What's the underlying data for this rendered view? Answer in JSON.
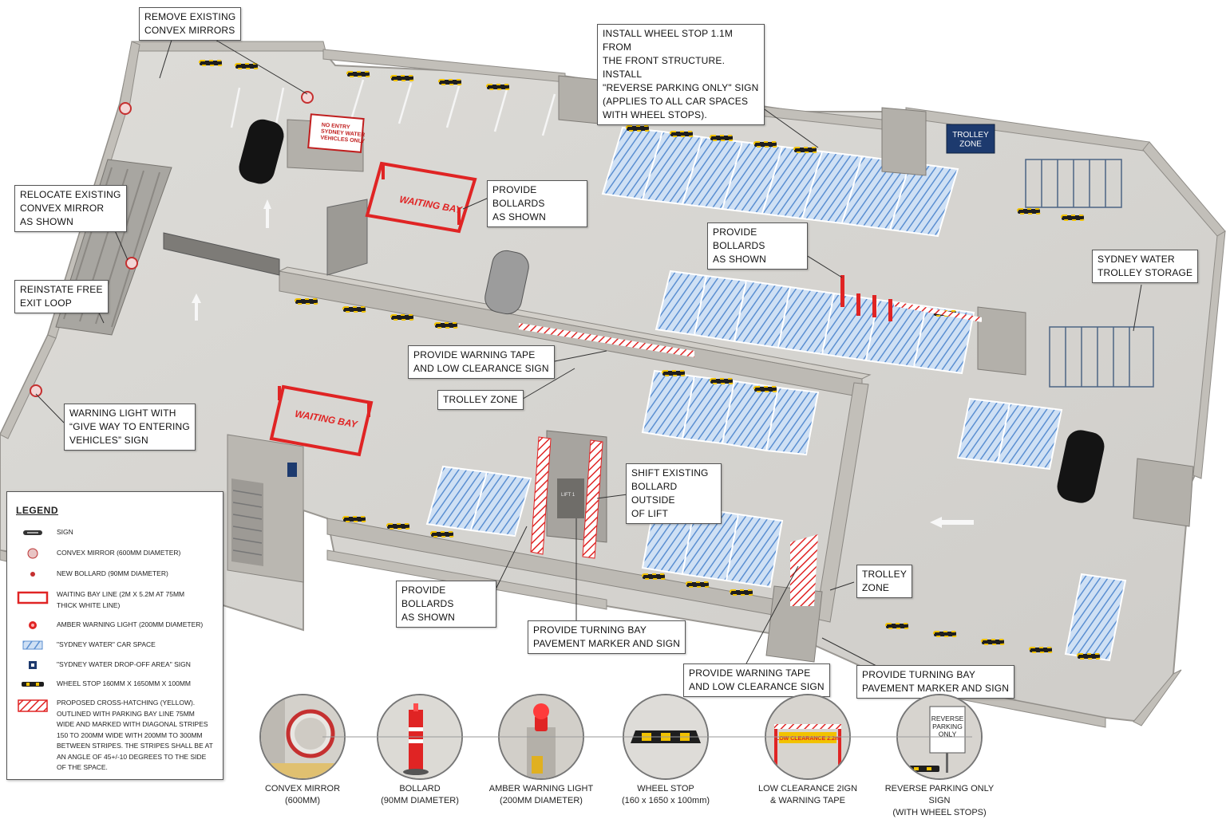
{
  "callouts": [
    {
      "id": "c1",
      "text": "REMOVE EXISTING\nCONVEX MIRRORS"
    },
    {
      "id": "c2",
      "text": "INSTALL WHEEL STOP 1.1M FROM\nTHE FRONT STRUCTURE. INSTALL\n\"REVERSE PARKING ONLY\" SIGN\n(APPLIES TO ALL CAR SPACES\nWITH WHEEL STOPS)."
    },
    {
      "id": "c3",
      "text": "RELOCATE EXISTING\nCONVEX MIRROR\nAS SHOWN"
    },
    {
      "id": "c4",
      "text": "PROVIDE BOLLARDS\nAS SHOWN"
    },
    {
      "id": "c5",
      "text": "PROVIDE BOLLARDS\nAS SHOWN"
    },
    {
      "id": "c6",
      "text": "SYDNEY WATER\nTROLLEY STORAGE"
    },
    {
      "id": "c7",
      "text": "REINSTATE FREE\nEXIT LOOP"
    },
    {
      "id": "c8",
      "text": "PROVIDE WARNING TAPE\nAND LOW CLEARANCE SIGN"
    },
    {
      "id": "c9",
      "text": "TROLLEY ZONE"
    },
    {
      "id": "c10",
      "text": "WARNING LIGHT WITH\n“GIVE WAY TO ENTERING\nVEHICLES” SIGN"
    },
    {
      "id": "c11",
      "text": "SHIFT EXISTING\nBOLLARD OUTSIDE\nOF LIFT"
    },
    {
      "id": "c12",
      "text": "PROVIDE BOLLARDS\nAS SHOWN"
    },
    {
      "id": "c13",
      "text": "TROLLEY\nZONE"
    },
    {
      "id": "c14",
      "text": "PROVIDE TURNING BAY\nPAVEMENT MARKER AND SIGN"
    },
    {
      "id": "c15",
      "text": "PROVIDE WARNING TAPE\nAND LOW CLEARANCE SIGN"
    },
    {
      "id": "c16",
      "text": "PROVIDE TURNING BAY\nPAVEMENT MARKER AND SIGN"
    }
  ],
  "plan_labels": {
    "waiting_bay": "WAITING BAY",
    "no_entry_sign": "NO ENTRY\nSYDNEY WATER\nVEHICLES ONLY",
    "trolley_zone_sign": "TROLLEY\nZONE",
    "lift": "LIFT 1"
  },
  "legend": {
    "title": "LEGEND",
    "items": [
      {
        "symbol": "sign",
        "text": "SIGN"
      },
      {
        "symbol": "convex-mirror",
        "text": "CONVEX MIRROR (600MM DIAMETER)"
      },
      {
        "symbol": "new-bollard",
        "text": "NEW BOLLARD (90MM DIAMETER)"
      },
      {
        "symbol": "waiting-bay-line",
        "text": "WAITING BAY LINE (2M X 5.2M AT 75MM\nTHICK WHITE LINE)"
      },
      {
        "symbol": "amber-light",
        "text": "AMBER WARNING LIGHT (200MM DIAMETER)"
      },
      {
        "symbol": "sydney-water-space",
        "text": "\"SYDNEY WATER\" CAR SPACE"
      },
      {
        "symbol": "drop-off-sign",
        "text": "\"SYDNEY WATER DROP-OFF AREA\" SIGN"
      },
      {
        "symbol": "wheel-stop",
        "text": "WHEEL STOP 160MM X 1650MM X 100MM"
      },
      {
        "symbol": "cross-hatching",
        "text": "PROPOSED CROSS-HATCHING (YELLOW).\nOUTLINED WITH PARKING BAY LINE 75MM\nWIDE AND MARKED WITH DIAGONAL STRIPES\n150 TO 200MM WIDE WITH 200MM TO 300MM\nBETWEEN STRIPES. THE STRIPES SHALL BE AT\nAN ANGLE OF 45+/-10 DEGREES TO THE SIDE\nOF THE SPACE."
      }
    ]
  },
  "details": [
    {
      "icon": "convex-mirror-icon",
      "label": "CONVEX MIRROR\n(600MM)"
    },
    {
      "icon": "bollard-icon",
      "label": "BOLLARD\n(90MM DIAMETER)"
    },
    {
      "icon": "amber-light-icon",
      "label": "AMBER WARNING LIGHT\n(200MM DIAMETER)"
    },
    {
      "icon": "wheel-stop-icon",
      "label": "WHEEL STOP\n(160 x 1650 x 100mm)"
    },
    {
      "icon": "low-clearance-icon",
      "label": "LOW CLEARANCE 2IGN\n& WARNING TAPE",
      "inner": "LOW CLEARANCE 2.2m"
    },
    {
      "icon": "reverse-parking-icon",
      "label": "REVERSE PARKING ONLY SIGN\n(WITH WHEEL STOPS)",
      "inner": "REVERSE\nPARKING\nONLY"
    }
  ],
  "colors": {
    "floor": "#d9d8d4",
    "wall": "#b9b6b0",
    "wall_top": "#cfccc6",
    "bay_blue": "#6f9fd6",
    "waiting_red": "#e02424",
    "wheel_stop": "#1e1e1e",
    "wheel_stop_yellow": "#f2c200",
    "sign_navy": "#1d3a6e"
  }
}
